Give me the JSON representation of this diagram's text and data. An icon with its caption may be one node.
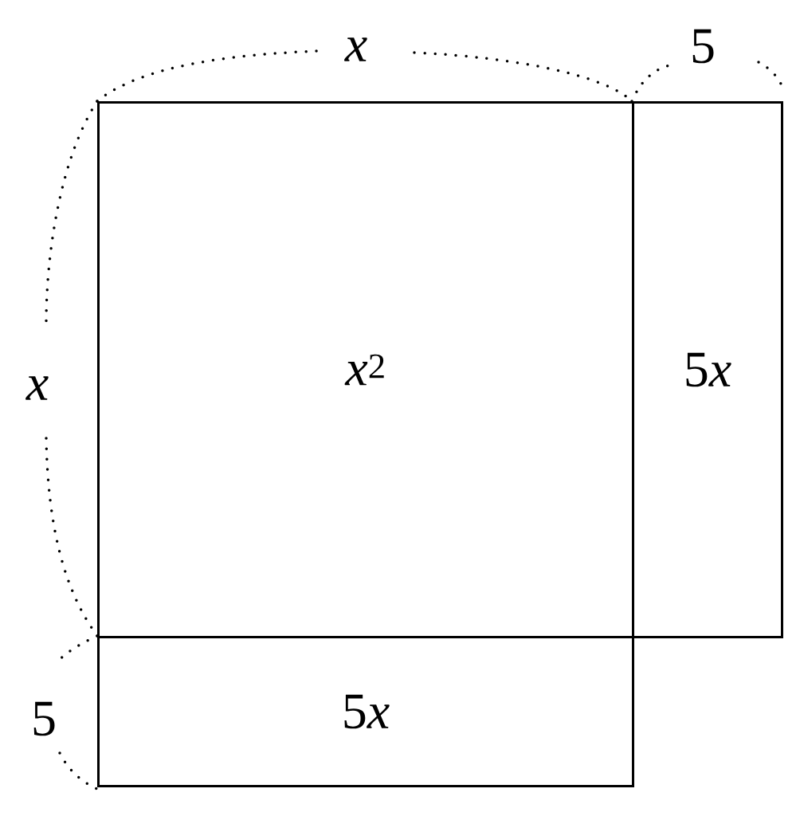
{
  "diagram": {
    "nodes": [
      {
        "text": [
          "x^{2}"
        ]
      },
      {
        "text": [
          "5x"
        ]
      },
      {
        "text": [
          "5x"
        ]
      }
    ],
    "labels": [
      "x",
      "5",
      "x",
      "5"
    ]
  }
}
